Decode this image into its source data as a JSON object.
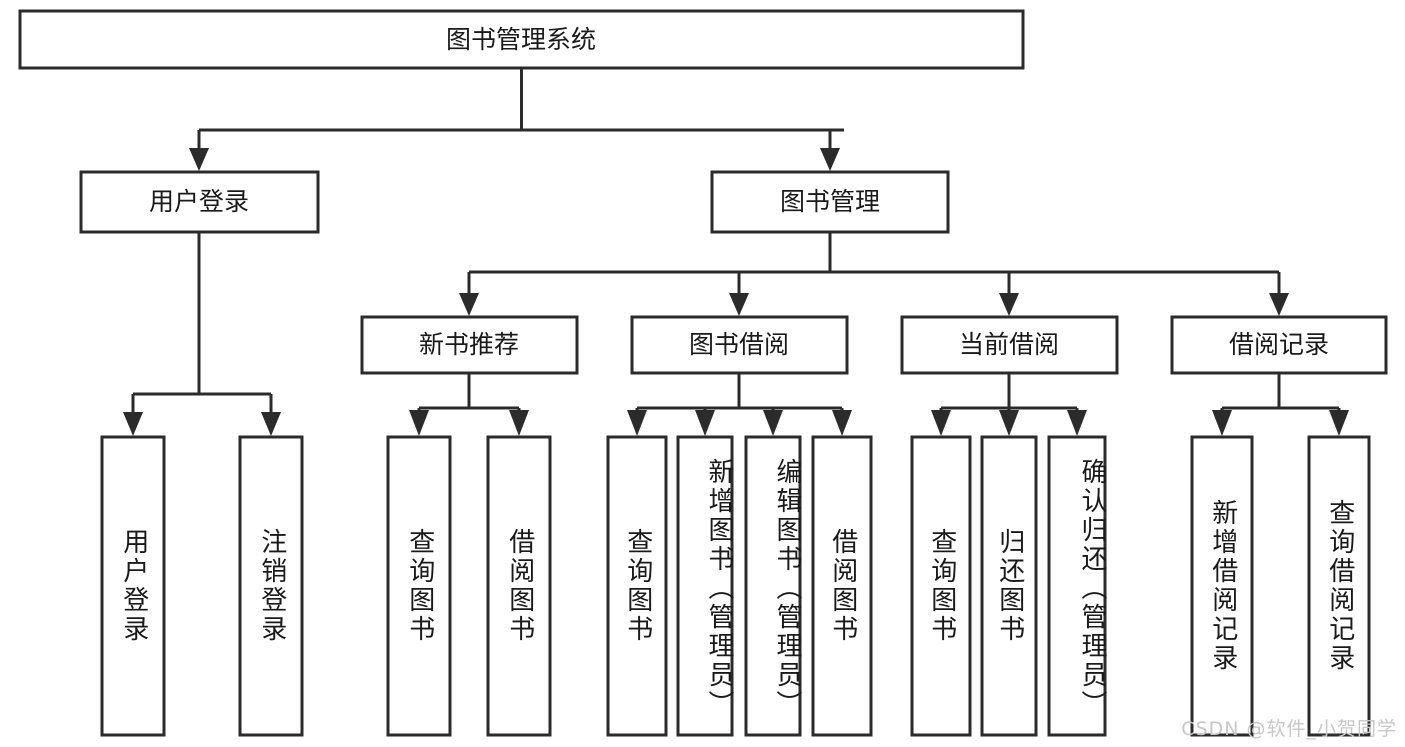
{
  "diagram": {
    "title": "图书管理系统",
    "type": "tree-hierarchy-chart",
    "watermark": "CSDN @软件_小贺同学",
    "colors": {
      "stroke": "#2b2b2b",
      "fill": "#ffffff",
      "text": "#1a1a1a",
      "watermark": "#c7c7c7",
      "background": "#ffffff"
    },
    "root": {
      "label": "图书管理系统"
    },
    "level1": [
      {
        "label": "用户登录"
      },
      {
        "label": "图书管理"
      }
    ],
    "level2": [
      {
        "label": "新书推荐"
      },
      {
        "label": "图书借阅"
      },
      {
        "label": "当前借阅"
      },
      {
        "label": "借阅记录"
      }
    ],
    "leaves": {
      "user_login": [
        {
          "label": "用户登录"
        },
        {
          "label": "注销登录"
        }
      ],
      "new_book_recommend": [
        {
          "label": "查询图书"
        },
        {
          "label": "借阅图书"
        }
      ],
      "book_borrow": [
        {
          "label": "查询图书"
        },
        {
          "label": "新增图书（管理员）"
        },
        {
          "label": "编辑图书（管理员）"
        },
        {
          "label": "借阅图书"
        }
      ],
      "current_borrow": [
        {
          "label": "查询图书"
        },
        {
          "label": "归还图书"
        },
        {
          "label": "确认归还（管理员）"
        }
      ],
      "borrow_records": [
        {
          "label": "新增借阅记录"
        },
        {
          "label": "查询借阅记录"
        }
      ]
    }
  }
}
